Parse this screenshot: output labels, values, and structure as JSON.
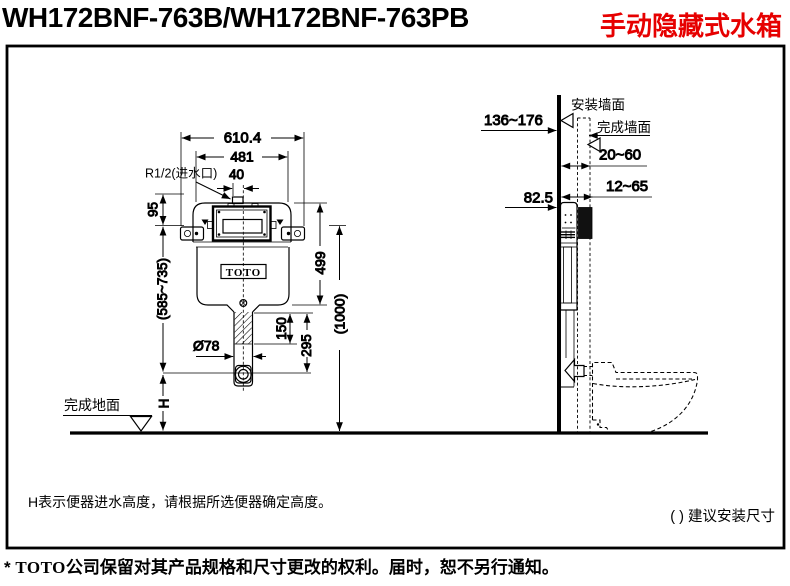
{
  "colors": {
    "accent_red": "#e60000",
    "ink": "#000000"
  },
  "header": {
    "model": "WH172BNF-763B/WH172BNF-763PB",
    "product_type": "手动隐藏式水箱"
  },
  "front_view": {
    "brand_label": "TOTO",
    "floor_label": "完成地面",
    "dims": {
      "overall_width": "610.4",
      "tank_width": "481",
      "inlet_label": "R1/2(进水口)",
      "inlet_offset": "40",
      "top_height": "95",
      "install_height_range": "(585~735)",
      "tank_height": "499",
      "overall_height": "(1000)",
      "pipe_seg_upper": "150",
      "pipe_seg_lower": "295",
      "outlet_diameter": "Ø78",
      "inlet_height": "H"
    }
  },
  "side_view": {
    "labels": {
      "install_wall": "安装墙面",
      "finished_wall": "完成墙面"
    },
    "dims": {
      "in_wall_depth": "136~176",
      "wall_finish_gap": "20~60",
      "plate_depth": "12~65",
      "top_offset": "82.5"
    }
  },
  "notes": {
    "h_note": "H表示便器进水高度，请根据所选便器确定高度。",
    "suggested_dims": "( ) 建议安装尺寸"
  },
  "footer": {
    "mark": "*",
    "brand": "TOTO",
    "text": "公司保留对其产品规格和尺寸更改的权利。届时，恕不另行通知。"
  }
}
